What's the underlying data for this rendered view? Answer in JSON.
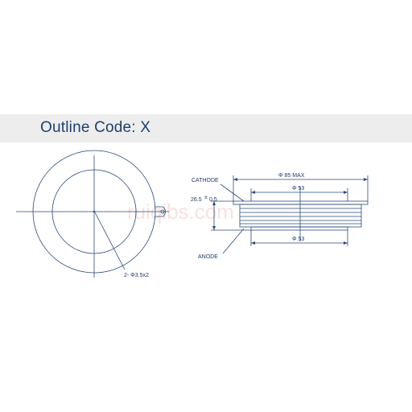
{
  "title": "Outline Code: X",
  "labels": {
    "hole_callout": "2- Φ3.5x2",
    "cathode": "CATHODE",
    "anode": "ANODE",
    "dia_max": "Φ 85 MAX",
    "dia_top": "Φ 53",
    "dia_bottom": "Φ 53",
    "height": "26.5",
    "tolerance_sign": "±",
    "tolerance": "0.5"
  },
  "watermark": "ruiqibs.com",
  "colors": {
    "line": "#2a4a7a",
    "text": "#1e3a66",
    "band": "#ededed",
    "title": "#1f3f6e"
  }
}
